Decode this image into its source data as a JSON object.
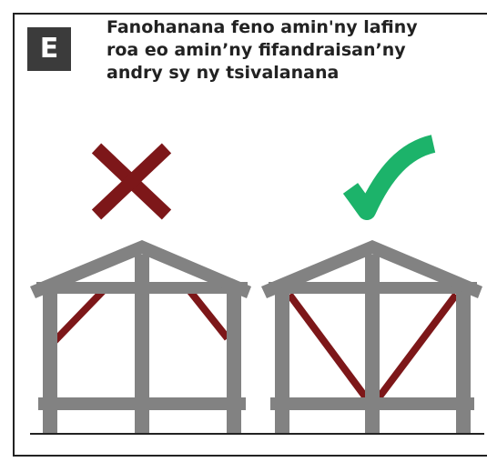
{
  "panel": {
    "letter": "E",
    "caption_lines": [
      "Fanohanana feno amin'ny lafiny",
      "roa eo amin’ny fifandraisan’ny",
      "andry sy ny tsivalanana"
    ]
  },
  "colors": {
    "frame": "#222222",
    "badge": "#3b3b3b",
    "structure": "#828282",
    "brace": "#7d1719",
    "wrong_mark": "#7d1719",
    "right_mark": "#1cb36a",
    "ground": "#222222"
  },
  "examples": [
    {
      "verdict": "wrong",
      "mark": "x-mark-icon",
      "bracing": "partial-corner"
    },
    {
      "verdict": "right",
      "mark": "check-mark-icon",
      "bracing": "full-diagonal"
    }
  ]
}
